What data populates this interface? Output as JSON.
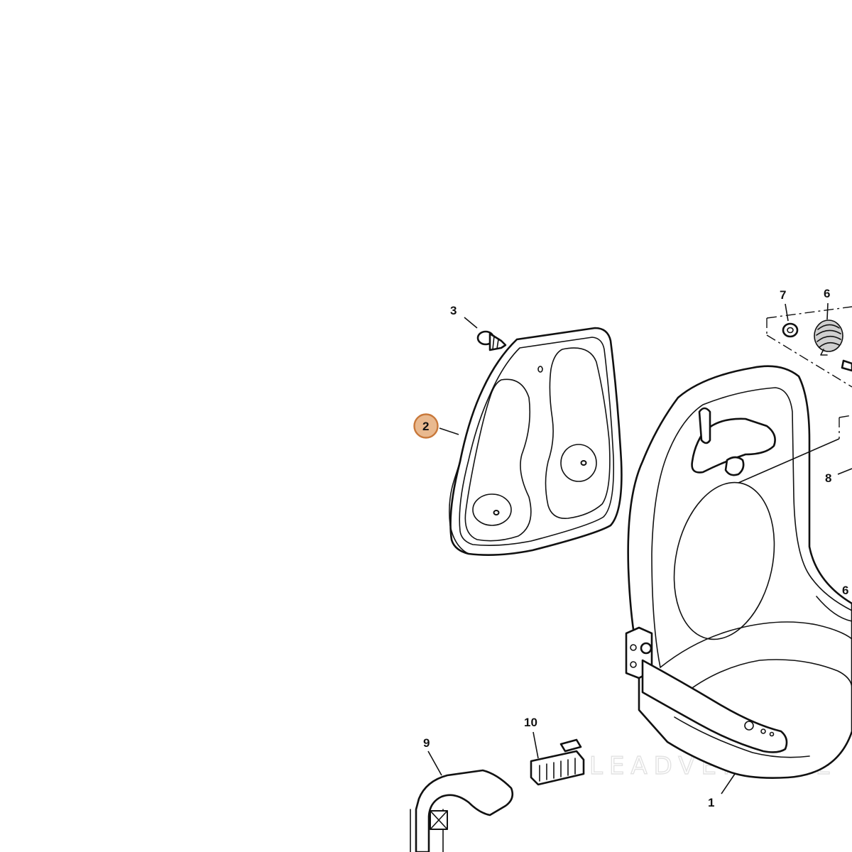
{
  "diagram": {
    "highlight_color": "#e9b98f",
    "callouts": [
      {
        "id": "c3",
        "label": "3",
        "highlighted": false
      },
      {
        "id": "c2",
        "label": "2",
        "highlighted": true
      },
      {
        "id": "c7",
        "label": "7",
        "highlighted": false
      },
      {
        "id": "c6a",
        "label": "6",
        "highlighted": false
      },
      {
        "id": "c8",
        "label": "8",
        "highlighted": false
      },
      {
        "id": "c6b",
        "label": "6",
        "highlighted": false
      },
      {
        "id": "c10",
        "label": "10",
        "highlighted": false
      },
      {
        "id": "c9",
        "label": "9",
        "highlighted": false
      },
      {
        "id": "c1",
        "label": "1",
        "highlighted": false
      }
    ],
    "watermark": "LEADVENTURE"
  }
}
